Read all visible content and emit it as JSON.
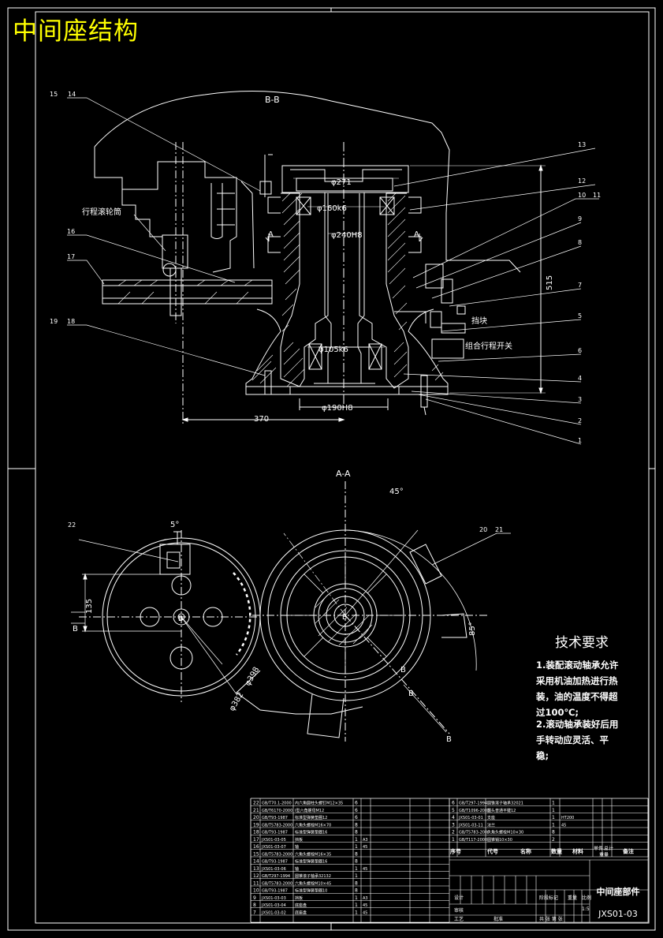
{
  "sheet": {
    "title": "中间座结构",
    "view_bb": "B-B",
    "view_aa": "A-A",
    "colors": {
      "background": "#000000",
      "line": "#ffffff",
      "title": "#ffff00"
    }
  },
  "dims": {
    "d271": "φ271",
    "d160": "φ160k6",
    "d240": "φ240H8",
    "d105": "φ105k6",
    "d190": "φ190H8",
    "w370": "370",
    "h515": "515",
    "ang45": "45°",
    "ang5": "5°",
    "l135": "135",
    "r398": "φ398",
    "r382": "φ382",
    "r85": "85°"
  },
  "notes": {
    "travel_cam": "行程滚轮筒",
    "stopper": "挡块",
    "switch": "组合行程开关"
  },
  "section_marks": {
    "a_left": "A",
    "a_right": "A",
    "b_left": "B",
    "b_right": "B",
    "b_mid1": "B",
    "b_mid2": "B",
    "b_hub1": "B",
    "b_hub2": "B"
  },
  "balloons": {
    "n1": "1",
    "n2": "2",
    "n3": "3",
    "n4": "4",
    "n5": "5",
    "n6": "6",
    "n7": "7",
    "n8": "8",
    "n9": "9",
    "n10": "10",
    "n11": "11",
    "n12": "12",
    "n13": "13",
    "n14": "14",
    "n15": "15",
    "n16": "16",
    "n17": "17",
    "n18": "18",
    "n19": "19",
    "n20": "20",
    "n21": "21",
    "n22": "22"
  },
  "tech_req": {
    "title": "技术要求",
    "lines": [
      "1.装配滚动轴承允许",
      "采用机油加热进行热",
      "装，油的温度不得超",
      "过100℃;",
      "2.滚动轴承装好后用",
      "手转动应灵活、平",
      "稳;"
    ]
  },
  "title_block": {
    "name": "中间座部件",
    "code": "JXS01-03",
    "header_seq": "序号",
    "header_code": "代号",
    "header_name": "名称",
    "header_qty": "数量",
    "header_mat": "材料",
    "header_wt_single": "单件",
    "header_wt_total": "总计",
    "header_weight": "重量",
    "header_remark": "备注",
    "label_design": "设计",
    "label_check": "审核",
    "label_craft": "工艺",
    "label_approve": "批准",
    "label_stage": "阶段标记",
    "label_mass": "重量",
    "label_scale": "比例",
    "scale": "1:5",
    "sheet_no": "共 张 第 张"
  },
  "parts_left": [
    {
      "n": "22",
      "code": "GB/T70.1-2000",
      "name": "内六角圆柱头螺钉M12×35",
      "qty": "6",
      "mat": ""
    },
    {
      "n": "21",
      "code": "GB/T6170-2000",
      "name": "I型六角螺母M12",
      "qty": "6",
      "mat": ""
    },
    {
      "n": "20",
      "code": "GB/T93-1987",
      "name": "标准型弹簧垫圈12",
      "qty": "6",
      "mat": ""
    },
    {
      "n": "19",
      "code": "GB/T5783-2000",
      "name": "六角头螺栓M16×70",
      "qty": "8",
      "mat": ""
    },
    {
      "n": "18",
      "code": "GB/T93-1987",
      "name": "标准型弹簧垫圈16",
      "qty": "8",
      "mat": ""
    },
    {
      "n": "17",
      "code": "JXS01-03-05",
      "name": "挡板",
      "qty": "1",
      "mat": "A3"
    },
    {
      "n": "16",
      "code": "JXS01-03-07",
      "name": "轴",
      "qty": "1",
      "mat": "45"
    },
    {
      "n": "15",
      "code": "GB/T5783-2000",
      "name": "六角头螺栓M16×35",
      "qty": "8",
      "mat": ""
    },
    {
      "n": "14",
      "code": "GB/T93-1987",
      "name": "标准型弹簧垫圈16",
      "qty": "8",
      "mat": ""
    },
    {
      "n": "13",
      "code": "JXS01-03-06",
      "name": "轴",
      "qty": "1",
      "mat": "45"
    },
    {
      "n": "12",
      "code": "GB/T297-1994",
      "name": "圆锥滚子轴承32132",
      "qty": "1",
      "mat": ""
    },
    {
      "n": "11",
      "code": "GB/T5783-2000",
      "name": "六角头螺栓M10×45",
      "qty": "8",
      "mat": ""
    },
    {
      "n": "10",
      "code": "GB/T93-1987",
      "name": "标准型弹簧垫圈10",
      "qty": "8",
      "mat": ""
    },
    {
      "n": "9",
      "code": "JXS01-03-03",
      "name": "挡板",
      "qty": "1",
      "mat": "A3"
    },
    {
      "n": "8",
      "code": "JXS01-03-04",
      "name": "底座盘",
      "qty": "1",
      "mat": "45"
    },
    {
      "n": "7",
      "code": "JXS01-03-02",
      "name": "底座盘",
      "qty": "1",
      "mat": "45"
    }
  ],
  "parts_right": [
    {
      "n": "6",
      "code": "GB/T297-1994",
      "name": "圆锥滚子轴承32021",
      "qty": "1",
      "mat": ""
    },
    {
      "n": "5",
      "code": "GB/T1096-2003",
      "name": "圆头普通平键12",
      "qty": "1",
      "mat": ""
    },
    {
      "n": "4",
      "code": "JXS01-03-01",
      "name": "支座",
      "qty": "1",
      "mat": "HT200"
    },
    {
      "n": "3",
      "code": "JXS01-03-11",
      "name": "法兰",
      "qty": "1",
      "mat": "45"
    },
    {
      "n": "2",
      "code": "GB/T5783-2000",
      "name": "六角头螺栓M10×30",
      "qty": "8",
      "mat": ""
    },
    {
      "n": "1",
      "code": "GB/T117-2000",
      "name": "圆锥销10×30",
      "qty": "2",
      "mat": ""
    }
  ]
}
